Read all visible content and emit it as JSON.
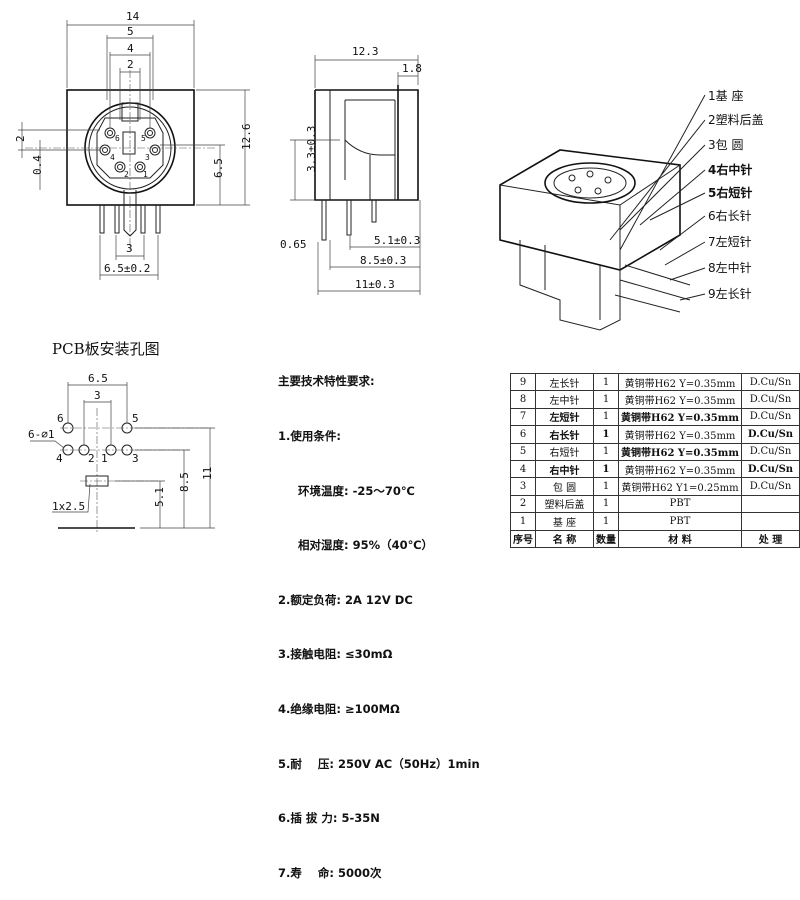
{
  "front_view": {
    "dims": [
      "14",
      "5",
      "4",
      "2",
      "12.6",
      "6.5",
      "2",
      "0.4",
      "3",
      "6.5±0.2"
    ],
    "pin_labels": [
      "6",
      "5",
      "4",
      "3",
      "2",
      "1"
    ]
  },
  "side_view": {
    "dims": [
      "12.3",
      "1.8",
      "3.3±0.3",
      "0.65",
      "5.1±0.3",
      "8.5±0.3",
      "11±0.3"
    ]
  },
  "part_callouts": [
    "1基 座",
    "2塑料后盖",
    "3包 圆",
    "4右中针",
    "5右短针",
    "6右长针",
    "7左短针",
    "8左中针",
    "9左长针"
  ],
  "pcb": {
    "title": "PCB板安装孔图",
    "dims": [
      "6.5",
      "3",
      "6-⌀1",
      "1x2.5",
      "5.1",
      "8.5",
      "11"
    ],
    "hole_labels": [
      "6",
      "5",
      "4",
      "2",
      "1",
      "3"
    ]
  },
  "specs": {
    "heading": "主要技术特性要求:",
    "lines": [
      "1.使用条件:",
      "环境温度: -25～70℃",
      "相对湿度: 95%（40℃）",
      "2.额定负荷: 2A 12V DC",
      "3.接触电阻: ≤30mΩ",
      "4.绝缘电阻: ≥100MΩ",
      "5.耐    压: 250V AC（50Hz）1min",
      "6.插 拔 力: 5-35N",
      "7.寿    命: 5000次"
    ]
  },
  "parts_table": {
    "rows": [
      [
        "9",
        "左长针",
        "1",
        "黄铜带H62 Y=0.35mm",
        "D.Cu/Sn"
      ],
      [
        "8",
        "左中针",
        "1",
        "黄铜带H62 Y=0.35mm",
        "D.Cu/Sn"
      ],
      [
        "7",
        "左短针",
        "1",
        "黄铜带H62 Y=0.35mm",
        "D.Cu/Sn"
      ],
      [
        "6",
        "右长针",
        "1",
        "黄铜带H62 Y=0.35mm",
        "D.Cu/Sn"
      ],
      [
        "5",
        "右短针",
        "1",
        "黄铜带H62 Y=0.35mm",
        "D.Cu/Sn"
      ],
      [
        "4",
        "右中针",
        "1",
        "黄铜带H62 Y=0.35mm",
        "D.Cu/Sn"
      ],
      [
        "3",
        "包 圆",
        "1",
        "黄铜带H62 Y1=0.25mm",
        "D.Cu/Sn"
      ],
      [
        "2",
        "塑料后盖",
        "1",
        "PBT",
        ""
      ],
      [
        "1",
        "基 座",
        "1",
        "PBT",
        ""
      ]
    ],
    "header": [
      "序号",
      "名 称",
      "数量",
      "材 料",
      "处 理"
    ]
  }
}
